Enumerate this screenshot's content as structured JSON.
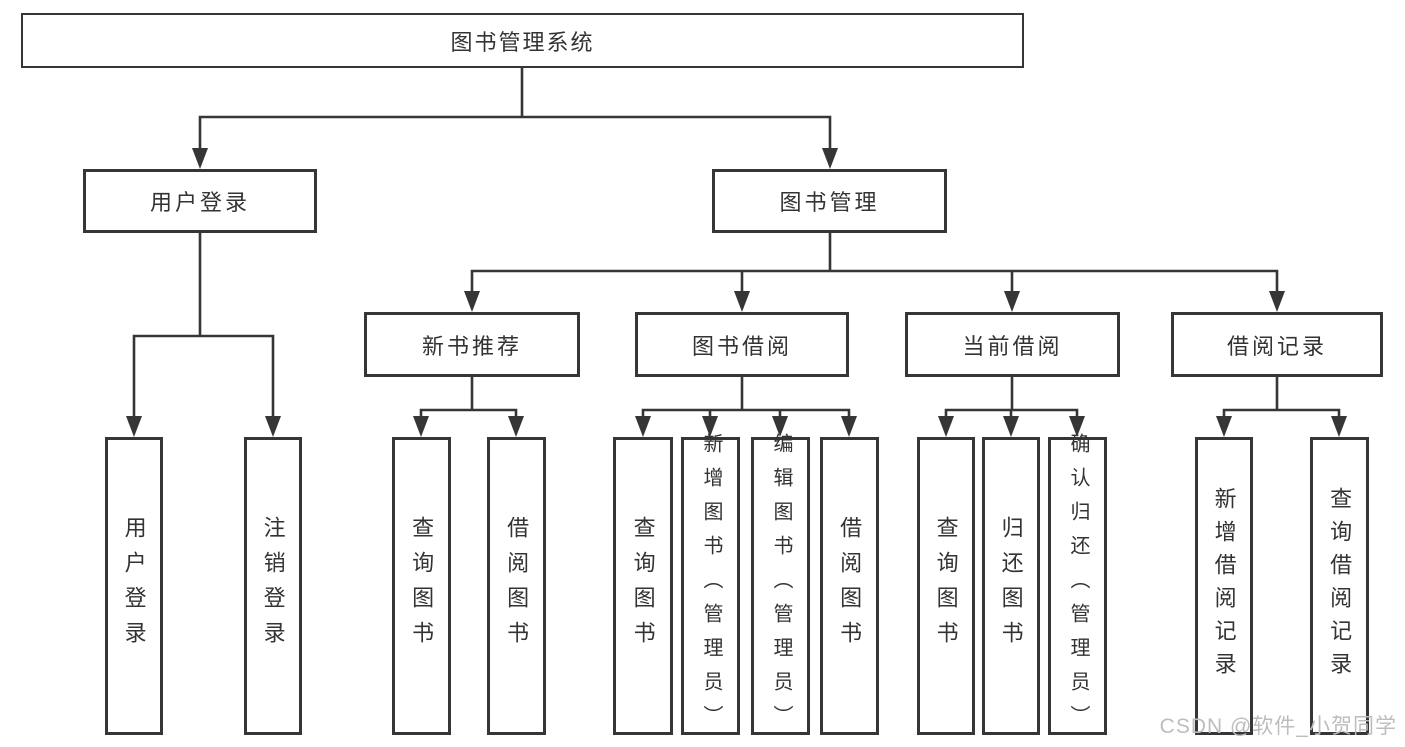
{
  "tree": {
    "label": "图书管理系统",
    "children": [
      {
        "label": "用户登录",
        "children": [
          {
            "label": "用户登录"
          },
          {
            "label": "注销登录"
          }
        ]
      },
      {
        "label": "图书管理",
        "children": [
          {
            "label": "新书推荐",
            "children": [
              {
                "label": "查询图书"
              },
              {
                "label": "借阅图书"
              }
            ]
          },
          {
            "label": "图书借阅",
            "children": [
              {
                "label": "查询图书"
              },
              {
                "label": "新增图书（管理员）"
              },
              {
                "label": "编辑图书（管理员）"
              },
              {
                "label": "借阅图书"
              }
            ]
          },
          {
            "label": "当前借阅",
            "children": [
              {
                "label": "查询图书"
              },
              {
                "label": "归还图书"
              },
              {
                "label": "确认归还（管理员）"
              }
            ]
          },
          {
            "label": "借阅记录",
            "children": [
              {
                "label": "新增借阅记录"
              },
              {
                "label": "查询借阅记录"
              }
            ]
          }
        ]
      }
    ]
  },
  "watermark": "CSDN @软件_小贺同学",
  "colors": {
    "line": "#363636",
    "text": "#333333",
    "watermark": "#bdbdbd",
    "background": "#ffffff"
  }
}
